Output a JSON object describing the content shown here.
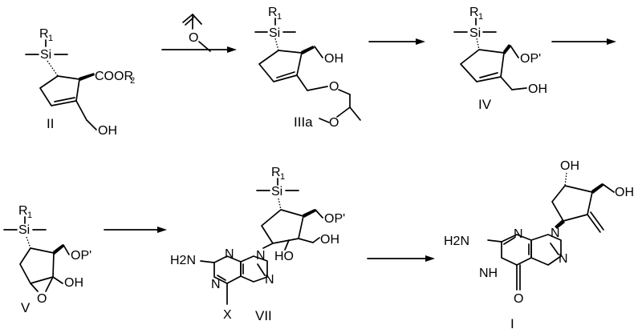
{
  "scheme": {
    "compounds": {
      "II": {
        "label": "II",
        "atoms": {
          "r": "R",
          "r_sub": "1",
          "si": "Si",
          "ester": "COOR",
          "ester_sub": "2",
          "oh": "OH"
        }
      },
      "IIIa": {
        "label": "IIIa",
        "atoms": {
          "r": "R",
          "r_sub": "1",
          "si": "Si",
          "oh": "OH",
          "o1": "O",
          "o2": "O"
        }
      },
      "IV": {
        "label": "IV",
        "atoms": {
          "r": "R",
          "r_sub": "1",
          "si": "Si",
          "op": "OP'",
          "oh": "OH"
        }
      },
      "V": {
        "label": "V",
        "atoms": {
          "r": "R",
          "r_sub": "1",
          "si": "Si",
          "op": "OP'",
          "oh": "OH",
          "epox": "O"
        }
      },
      "VII": {
        "label": "VII",
        "atoms": {
          "r": "R",
          "r_sub": "1",
          "si": "Si",
          "op": "OP'",
          "ho": "HO",
          "oh": "OH",
          "h2n": "H2N",
          "n1": "N",
          "n2": "N",
          "n3": "N",
          "n4": "N",
          "x": "X"
        }
      },
      "I": {
        "label": "I",
        "atoms": {
          "oh_top": "OH",
          "oh_right": "OH",
          "h2n": "H2N",
          "n1": "N",
          "n2": "N",
          "n3": "N",
          "nh": "NH",
          "o": "O"
        }
      }
    },
    "reagent": {
      "o": "O"
    },
    "arrows": 5
  }
}
